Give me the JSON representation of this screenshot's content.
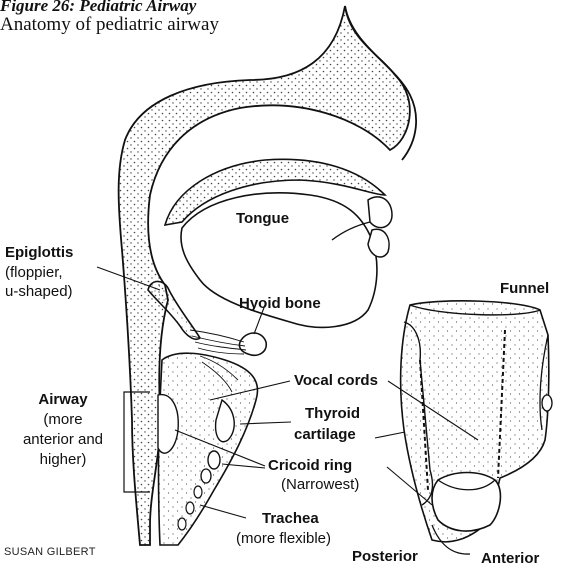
{
  "figure": {
    "title": "Figure 26: Pediatric Airway",
    "subtitle": "Anatomy of  pediatric airway",
    "credit": "SUSAN GILBERT"
  },
  "labels": {
    "tongue": "Tongue",
    "epiglottis": "Epiglottis",
    "epiglottis_note1": "(floppier,",
    "epiglottis_note2": "u-shaped)",
    "hyoid": "Hyoid bone",
    "funnel": "Funnel",
    "airway": "Airway",
    "airway_note1": "(more",
    "airway_note2": "anterior and",
    "airway_note3": "higher)",
    "vocal_cords": "Vocal cords",
    "thyroid1": "Thyroid",
    "thyroid2": "cartilage",
    "cricoid": "Cricoid ring",
    "cricoid_note": "(Narrowest)",
    "trachea": "Trachea",
    "trachea_note": "(more flexible)",
    "posterior": "Posterior",
    "anterior": "Anterior"
  },
  "style": {
    "ink": "#111111",
    "stipple": "#444444",
    "background": "#ffffff"
  }
}
